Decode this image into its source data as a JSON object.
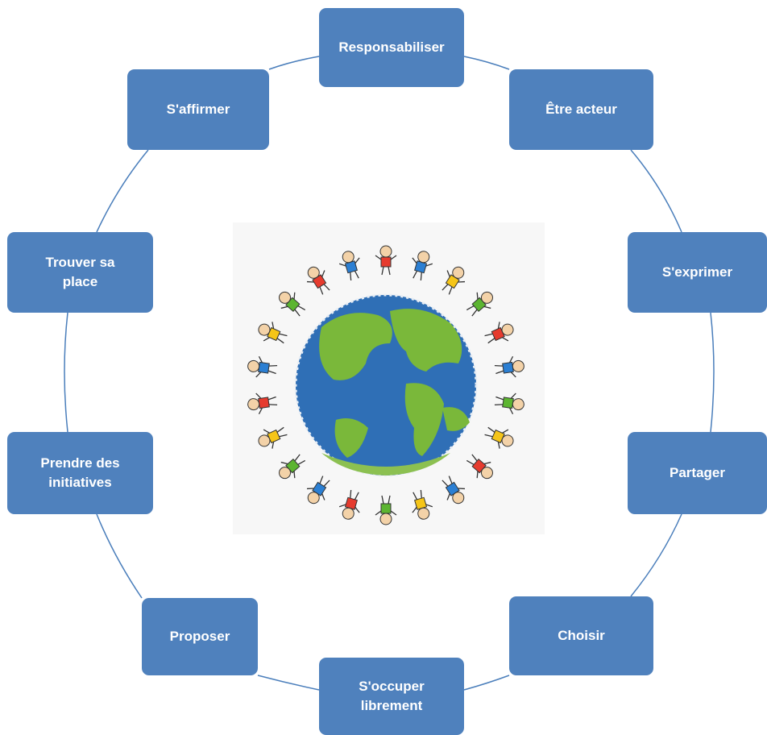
{
  "diagram": {
    "nodes": [
      {
        "id": "responsabiliser",
        "label": "Responsabiliser"
      },
      {
        "id": "etre-acteur",
        "label": "Être acteur"
      },
      {
        "id": "s-exprimer",
        "label": "S'exprimer"
      },
      {
        "id": "partager",
        "label": "Partager"
      },
      {
        "id": "choisir",
        "label": "Choisir"
      },
      {
        "id": "s-occuper-librement",
        "label": "S'occuper\nlibrement"
      },
      {
        "id": "proposer",
        "label": "Proposer"
      },
      {
        "id": "prendre-des-initiatives",
        "label": "Prendre des\ninitiatives"
      },
      {
        "id": "trouver-sa-place",
        "label": "Trouver sa\nplace"
      },
      {
        "id": "s-affirmer",
        "label": "S'affirmer"
      }
    ]
  },
  "colors": {
    "node_fill": "#4f81bd",
    "node_text": "#ffffff",
    "connector": "#4a7ebb",
    "ocean": "#2f6fb6",
    "land": "#7ab83a"
  },
  "center_image": {
    "icon": "children-around-globe-illustration"
  }
}
